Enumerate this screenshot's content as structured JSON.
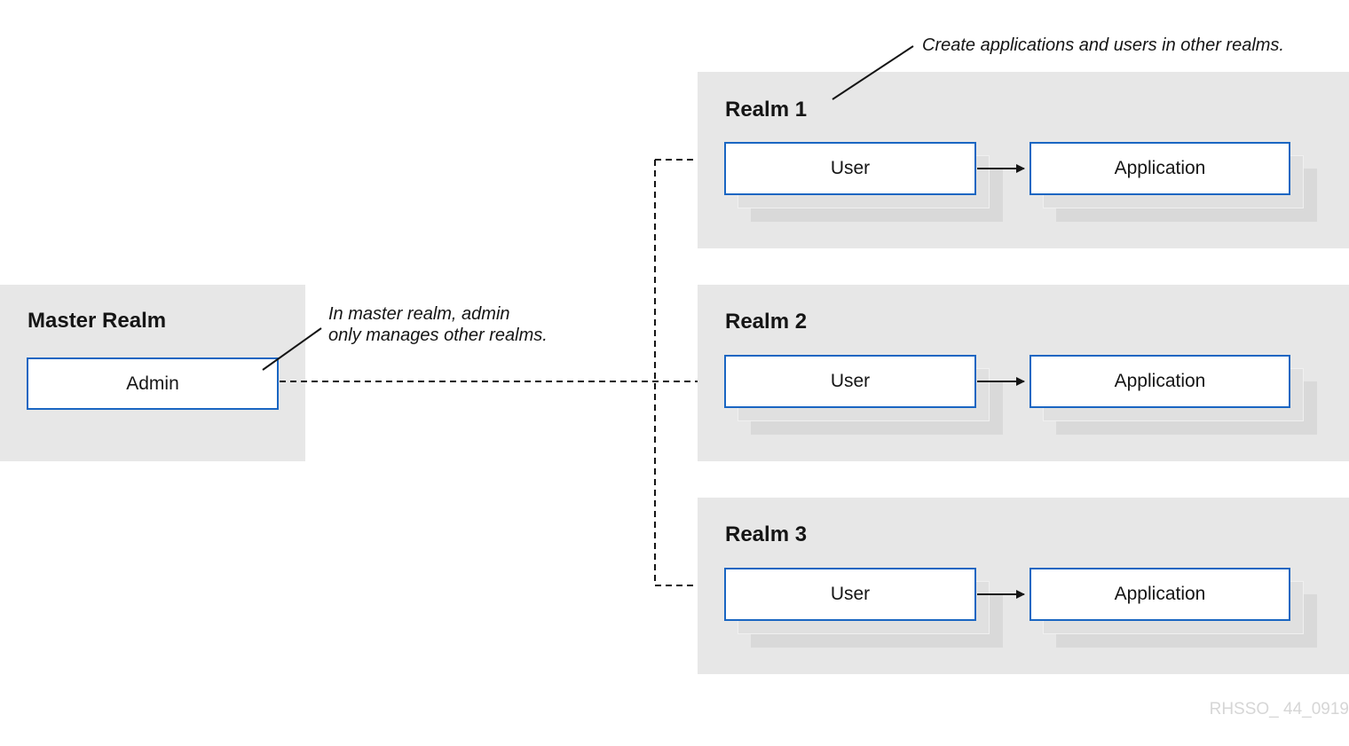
{
  "master_realm": {
    "title": "Master Realm",
    "admin_label": "Admin",
    "callout": [
      "In master realm, admin",
      "only manages other realms."
    ]
  },
  "top_callout": "Create applications and users in other realms.",
  "realms": [
    {
      "title": "Realm 1",
      "user_label": "User",
      "app_label": "Application"
    },
    {
      "title": "Realm 2",
      "user_label": "User",
      "app_label": "Application"
    },
    {
      "title": "Realm 3",
      "user_label": "User",
      "app_label": "Application"
    }
  ],
  "watermark": "RHSSO_ 44_0919",
  "colors": {
    "panel_bg": "#e7e7e7",
    "node_border": "#1a66c2",
    "connector": "#151515",
    "watermark": "#d6d6d6"
  }
}
